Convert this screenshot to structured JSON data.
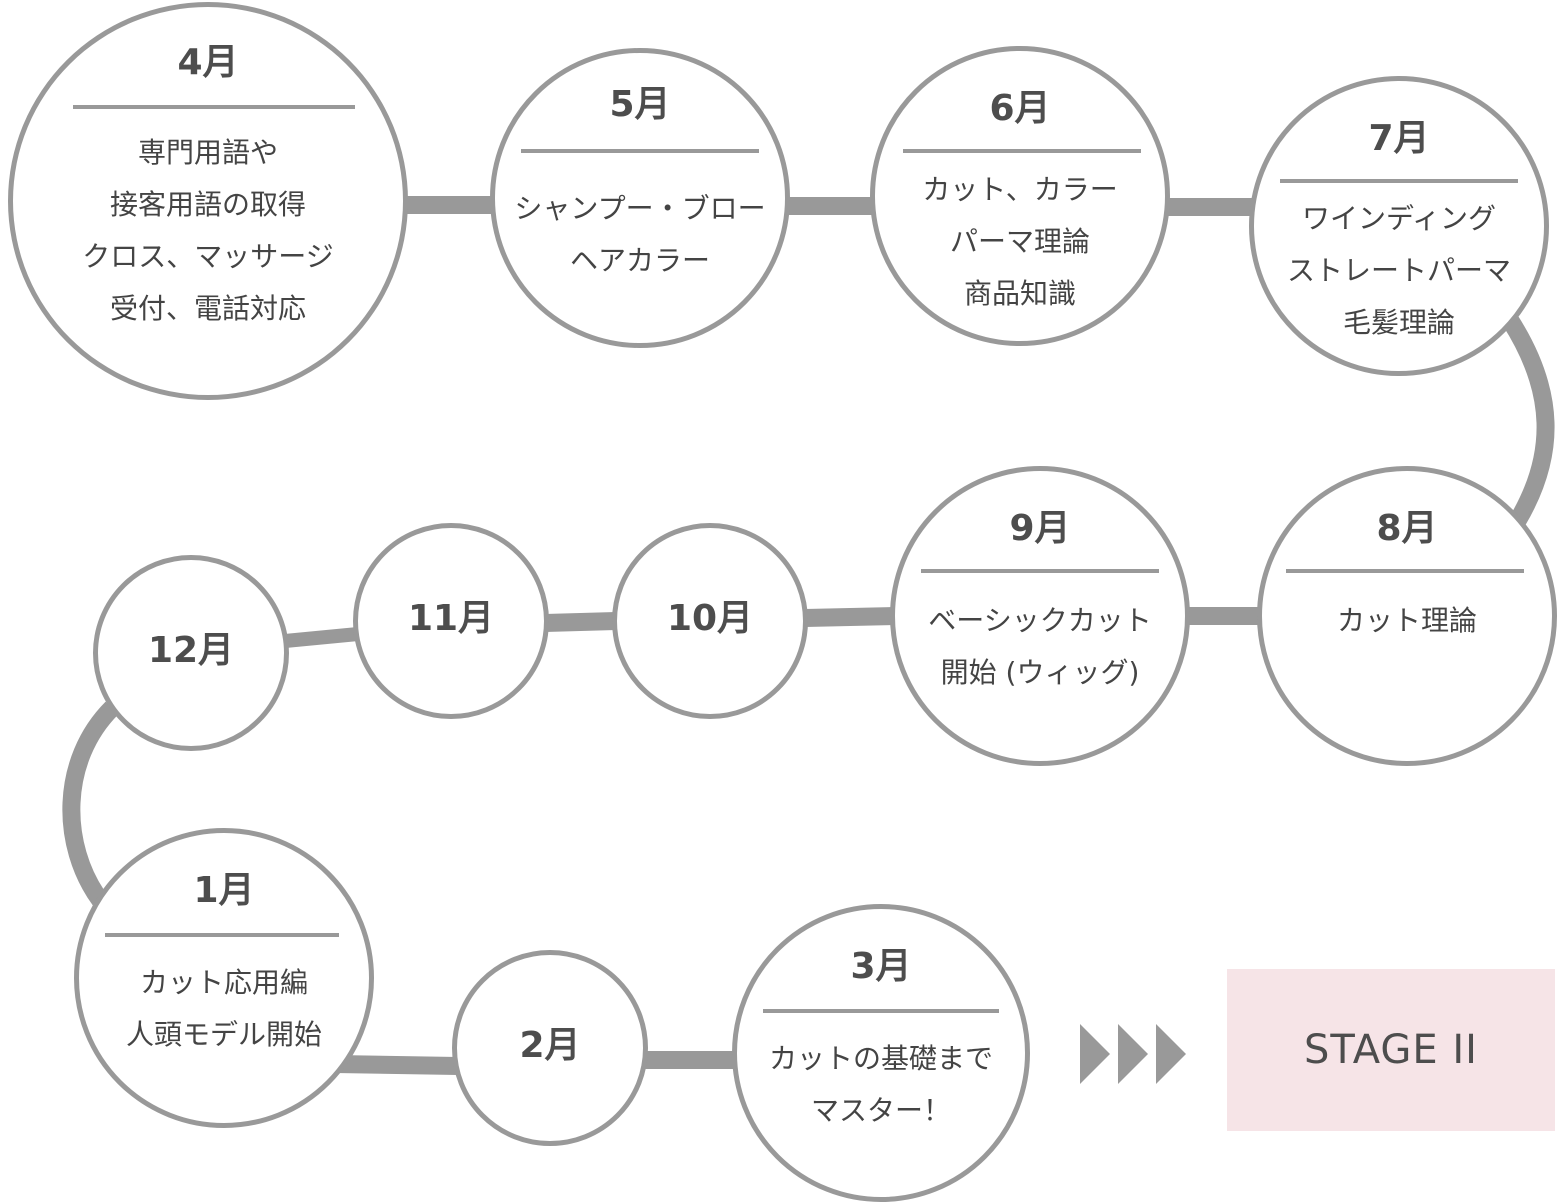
{
  "colors": {
    "line": "#999999",
    "circle_fill": "#ffffff",
    "text": "#444444",
    "stage_fill": "#f6e4e7"
  },
  "months": [
    {
      "id": "apr",
      "label": "4月",
      "items": [
        "専門用語や",
        "接客用語の取得",
        "クロス、マッサージ",
        "受付、電話対応"
      ]
    },
    {
      "id": "may",
      "label": "5月",
      "items": [
        "シャンプー・ブロー",
        "ヘアカラー"
      ]
    },
    {
      "id": "jun",
      "label": "6月",
      "items": [
        "カット、カラー",
        "パーマ理論",
        "商品知識"
      ]
    },
    {
      "id": "jul",
      "label": "7月",
      "items": [
        "ワインディング",
        "ストレートパーマ",
        "毛髪理論"
      ]
    },
    {
      "id": "aug",
      "label": "8月",
      "items": [
        "カット理論"
      ]
    },
    {
      "id": "sep",
      "label": "9月",
      "items": [
        "ベーシックカット",
        "開始 (ウィッグ)"
      ]
    },
    {
      "id": "oct",
      "label": "10月",
      "items": []
    },
    {
      "id": "nov",
      "label": "11月",
      "items": []
    },
    {
      "id": "dec",
      "label": "12月",
      "items": []
    },
    {
      "id": "jan",
      "label": "1月",
      "items": [
        "カット応用編",
        "人頭モデル開始"
      ]
    },
    {
      "id": "feb",
      "label": "2月",
      "items": []
    },
    {
      "id": "mar",
      "label": "3月",
      "items": [
        "カットの基礎まで",
        "マスター！"
      ]
    }
  ],
  "arrows_icon": "triple-triangle-arrows-icon",
  "stage": {
    "label": "STAGE II"
  }
}
